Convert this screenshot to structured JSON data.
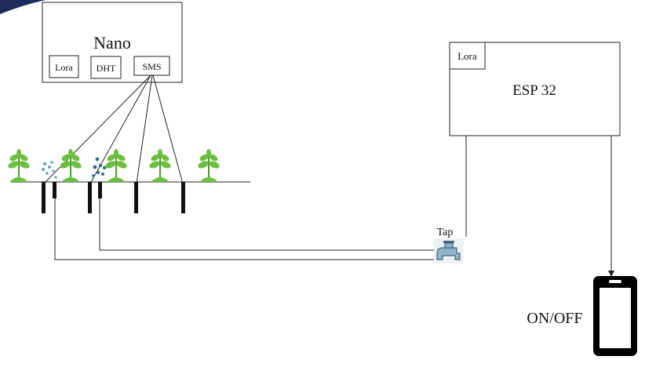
{
  "nano": {
    "title": "Nano",
    "modules": {
      "lora": "Lora",
      "dht": "DHT",
      "sms": "SMS"
    }
  },
  "esp": {
    "title": "ESP 32",
    "lora": "Lora"
  },
  "tap": {
    "label": "Tap",
    "icon": "faucet-icon"
  },
  "phone": {
    "label": "ON/OFF",
    "icon": "smartphone-icon"
  },
  "plants": {
    "icon": "seedling-icon",
    "count": 5
  },
  "droplets": {
    "icon": "water-droplets-icon",
    "count": 2
  },
  "colors": {
    "leaf": "#6dbf3f",
    "leaf_dark": "#4e9a2e",
    "water": "#5aa8c8",
    "water_dark": "#2e6f8e",
    "line": "#222222",
    "corner_accent": "#1d2b5c"
  }
}
